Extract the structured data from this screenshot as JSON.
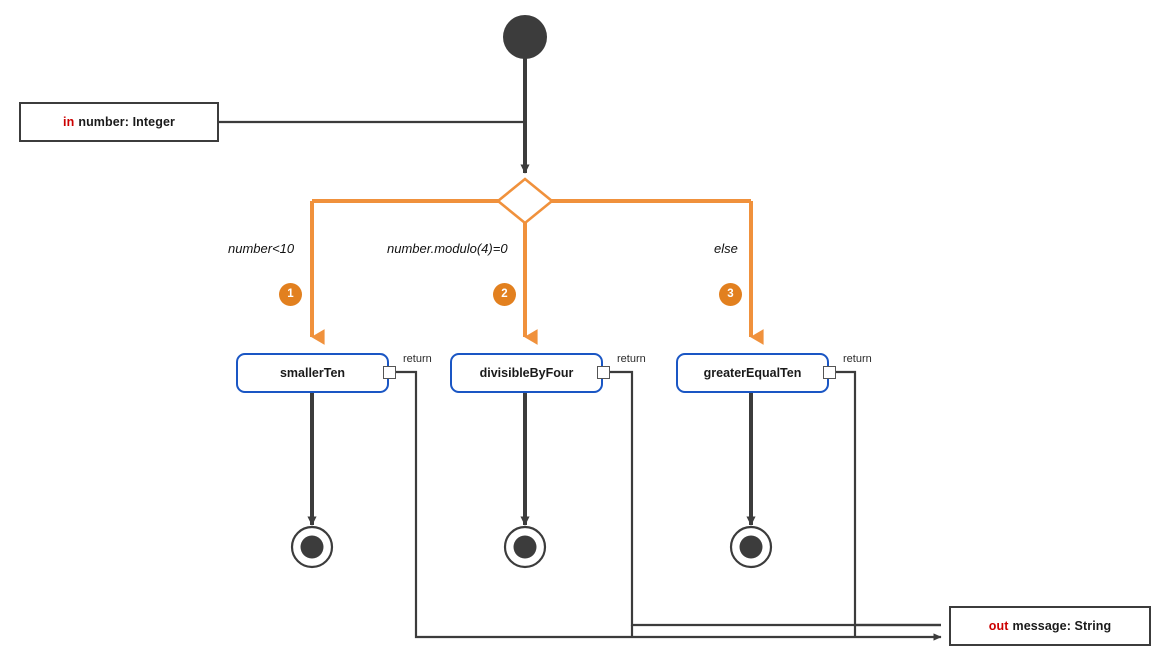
{
  "diagram": {
    "type": "uml-activity-diagram",
    "title": "",
    "colors": {
      "flow_dark": "#3c3c3c",
      "control_orange": "#f0913c",
      "badge_orange": "#e2801f",
      "action_border_blue": "#1a56c4",
      "param_keyword_red": "#cc0000",
      "pin_gray": "#555555",
      "background": "#ffffff"
    }
  },
  "parameters": {
    "input": {
      "keyword": "in",
      "text": "number: Integer",
      "name": "number",
      "datatype": "Integer"
    },
    "output": {
      "keyword": "out",
      "text": "message: String",
      "name": "message",
      "datatype": "String"
    }
  },
  "nodes": {
    "initial": {
      "label": "initial-node"
    },
    "decision": {
      "label": "decision-node"
    },
    "actions": [
      {
        "label": "smallerTen",
        "pin_label": "return"
      },
      {
        "label": "divisibleByFour",
        "pin_label": "return"
      },
      {
        "label": "greaterEqualTen",
        "pin_label": "return"
      }
    ],
    "finals": [
      {
        "label": "activity-final-1"
      },
      {
        "label": "activity-final-2"
      },
      {
        "label": "activity-final-3"
      }
    ]
  },
  "branches": [
    {
      "number": "1",
      "guard": "number<10",
      "target": "smallerTen"
    },
    {
      "number": "2",
      "guard": "number.modulo(4)=0",
      "target": "divisibleByFour"
    },
    {
      "number": "3",
      "guard": "else",
      "target": "greaterEqualTen"
    }
  ]
}
